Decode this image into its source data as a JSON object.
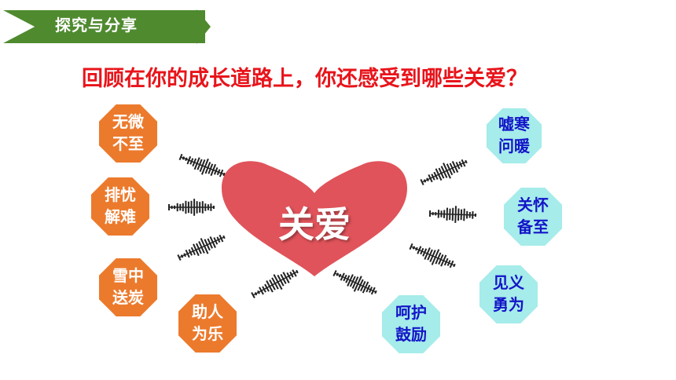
{
  "header": {
    "section_title": "探究与分享"
  },
  "question": "回顾在你的成长道路上，你还感受到哪些关爱？",
  "center": {
    "label": "关爱"
  },
  "colors": {
    "banner": "#4f8a2f",
    "question": "#e8141b",
    "heart": "#e0535a",
    "orange": "#ec7a2c",
    "teal": "#a5ecea",
    "teal_text": "#1414c8"
  },
  "left_items": [
    {
      "line1": "无微",
      "line2": "不至"
    },
    {
      "line1": "排忧",
      "line2": "解难"
    },
    {
      "line1": "雪中",
      "line2": "送炭"
    },
    {
      "line1": "助人",
      "line2": "为乐"
    }
  ],
  "right_items": [
    {
      "line1": "嘘寒",
      "line2": "问暖"
    },
    {
      "line1": "关怀",
      "line2": "备至"
    },
    {
      "line1": "见义",
      "line2": "勇为"
    },
    {
      "line1": "呵护",
      "line2": "鼓励"
    }
  ]
}
